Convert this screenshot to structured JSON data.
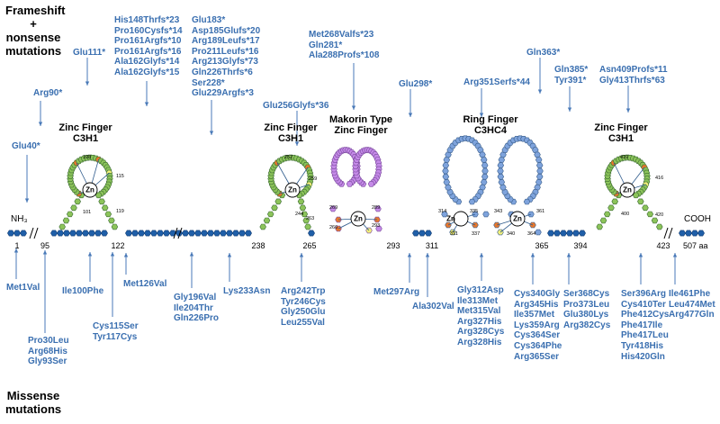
{
  "titles": {
    "nonsense": [
      "Frameshift",
      "+",
      "nonsense",
      "mutations"
    ],
    "missense": [
      "Missense",
      "mutations"
    ]
  },
  "termini": {
    "n": "NH₃",
    "c": "COOH",
    "aa_label": "507 aa"
  },
  "positions": [
    "1",
    "95",
    "122",
    "238",
    "265",
    "293",
    "311",
    "365",
    "394",
    "423"
  ],
  "domains": [
    {
      "id": "zf1",
      "label": "Zinc Finger\nC3H1",
      "zn": "Zn",
      "residues": [
        "108",
        "115",
        "119",
        "101"
      ]
    },
    {
      "id": "zf2",
      "label": "Zinc Finger\nC3H1",
      "zn": "Zn",
      "residues": [
        "252",
        "259",
        "244",
        "263"
      ]
    },
    {
      "id": "makorin",
      "label": "Makorin Type\nZinc Finger",
      "zn": "Zn",
      "residues": [
        "269",
        "266",
        "289",
        "293"
      ]
    },
    {
      "id": "ring",
      "label": "Ring Finger\nC3HC4",
      "zn1": "Zn",
      "zn2": "Zn",
      "residues": [
        "314",
        "311",
        "335",
        "337",
        "343",
        "340",
        "361",
        "364"
      ]
    },
    {
      "id": "zf3",
      "label": "Zinc Finger\nC3H1",
      "zn": "Zn",
      "residues": [
        "410",
        "416",
        "400",
        "420"
      ]
    }
  ],
  "nonsense_mutations": [
    {
      "text": "Glu40*"
    },
    {
      "text": "Arg90*"
    },
    {
      "text": "Glu111*"
    },
    {
      "text": "His148Thrfs*23\nPro160Cysfs*14\nPro161Argfs*10\nPro161Argfs*16\nAla162Glyfs*14\nAla162Glyfs*15"
    },
    {
      "text": "Glu183*\nAsp185Glufs*20\nArg189Leufs*17\nPro211Leufs*16\nArg213Glyfs*73\nGln226Thrfs*6\nSer228*\nGlu229Argfs*3"
    },
    {
      "text": "Glu256Glyfs*36"
    },
    {
      "text": "Met268Valfs*23\nGln281*\nAla288Profs*108"
    },
    {
      "text": "Glu298*"
    },
    {
      "text": "Arg351Serfs*44"
    },
    {
      "text": "Gln363*"
    },
    {
      "text": "Gln385*\nTyr391*"
    },
    {
      "text": "Asn409Profs*11\nGly413Thrfs*63"
    }
  ],
  "missense_mutations": [
    {
      "text": "Met1Val"
    },
    {
      "text": "Pro30Leu\nArg68His\nGly93Ser"
    },
    {
      "text": "Ile100Phe"
    },
    {
      "text": "Cys115Ser\nTyr117Cys"
    },
    {
      "text": "Met126Val"
    },
    {
      "text": "Gly196Val\nIle204Thr\nGln226Pro"
    },
    {
      "text": "Lys233Asn"
    },
    {
      "text": "Arg242Trp\nTyr246Cys\nGly250Glu\nLeu255Val"
    },
    {
      "text": "Met297Arg"
    },
    {
      "text": "Ala302Val"
    },
    {
      "text": "Gly312Asp\nIle313Met\nMet315Val\nArg327His\nArg328Cys\nArg328His"
    },
    {
      "text": "Cys340Gly\nArg345His\nIle357Met\nLys359Arg\nCys364Ser\nCys364Phe\nArg365Ser"
    },
    {
      "text": "Ser368Cys\nPro373Leu\nGlu380Lys\nArg382Cys"
    },
    {
      "text": "Ser396Arg\nCys410Ter\nPhe412Cys\nPhe417Ile\nPhe417Leu\nTyr418His\nHis420Gln"
    },
    {
      "text": "Ile461Phe\nLeu474Met\nArg477Gln"
    }
  ],
  "colors": {
    "backbone": "#1f5fa8",
    "zinc_finger_c3h1": "#8cc45a",
    "makorin": "#c58ae8",
    "ring_finger": "#7ea3dc",
    "cysteine": "#e8782c",
    "histidine": "#f2f07a",
    "mutation_text": "#3a6fb0"
  }
}
